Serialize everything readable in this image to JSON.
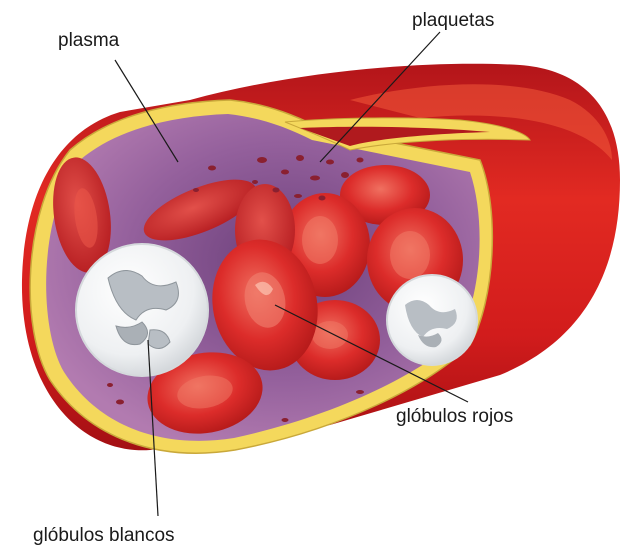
{
  "labels": {
    "plasma": "plasma",
    "plaquetas": "plaquetas",
    "globulos_rojos": "glóbulos rojos",
    "globulos_blancos": "glóbulos blancos"
  },
  "colors": {
    "vessel_red": "#d81e1e",
    "vessel_dark": "#a80f12",
    "wall_yellow": "#f4d85c",
    "plasma_purple": "#a569a6",
    "plasma_dark": "#7e4a86",
    "rbc_red": "#d8262a",
    "rbc_light": "#ee5a4c",
    "wbc_white": "#f4f4f4",
    "wbc_grey": "#b8bec4",
    "platelet": "#8a2030",
    "leader_line": "#1a1a1a"
  }
}
